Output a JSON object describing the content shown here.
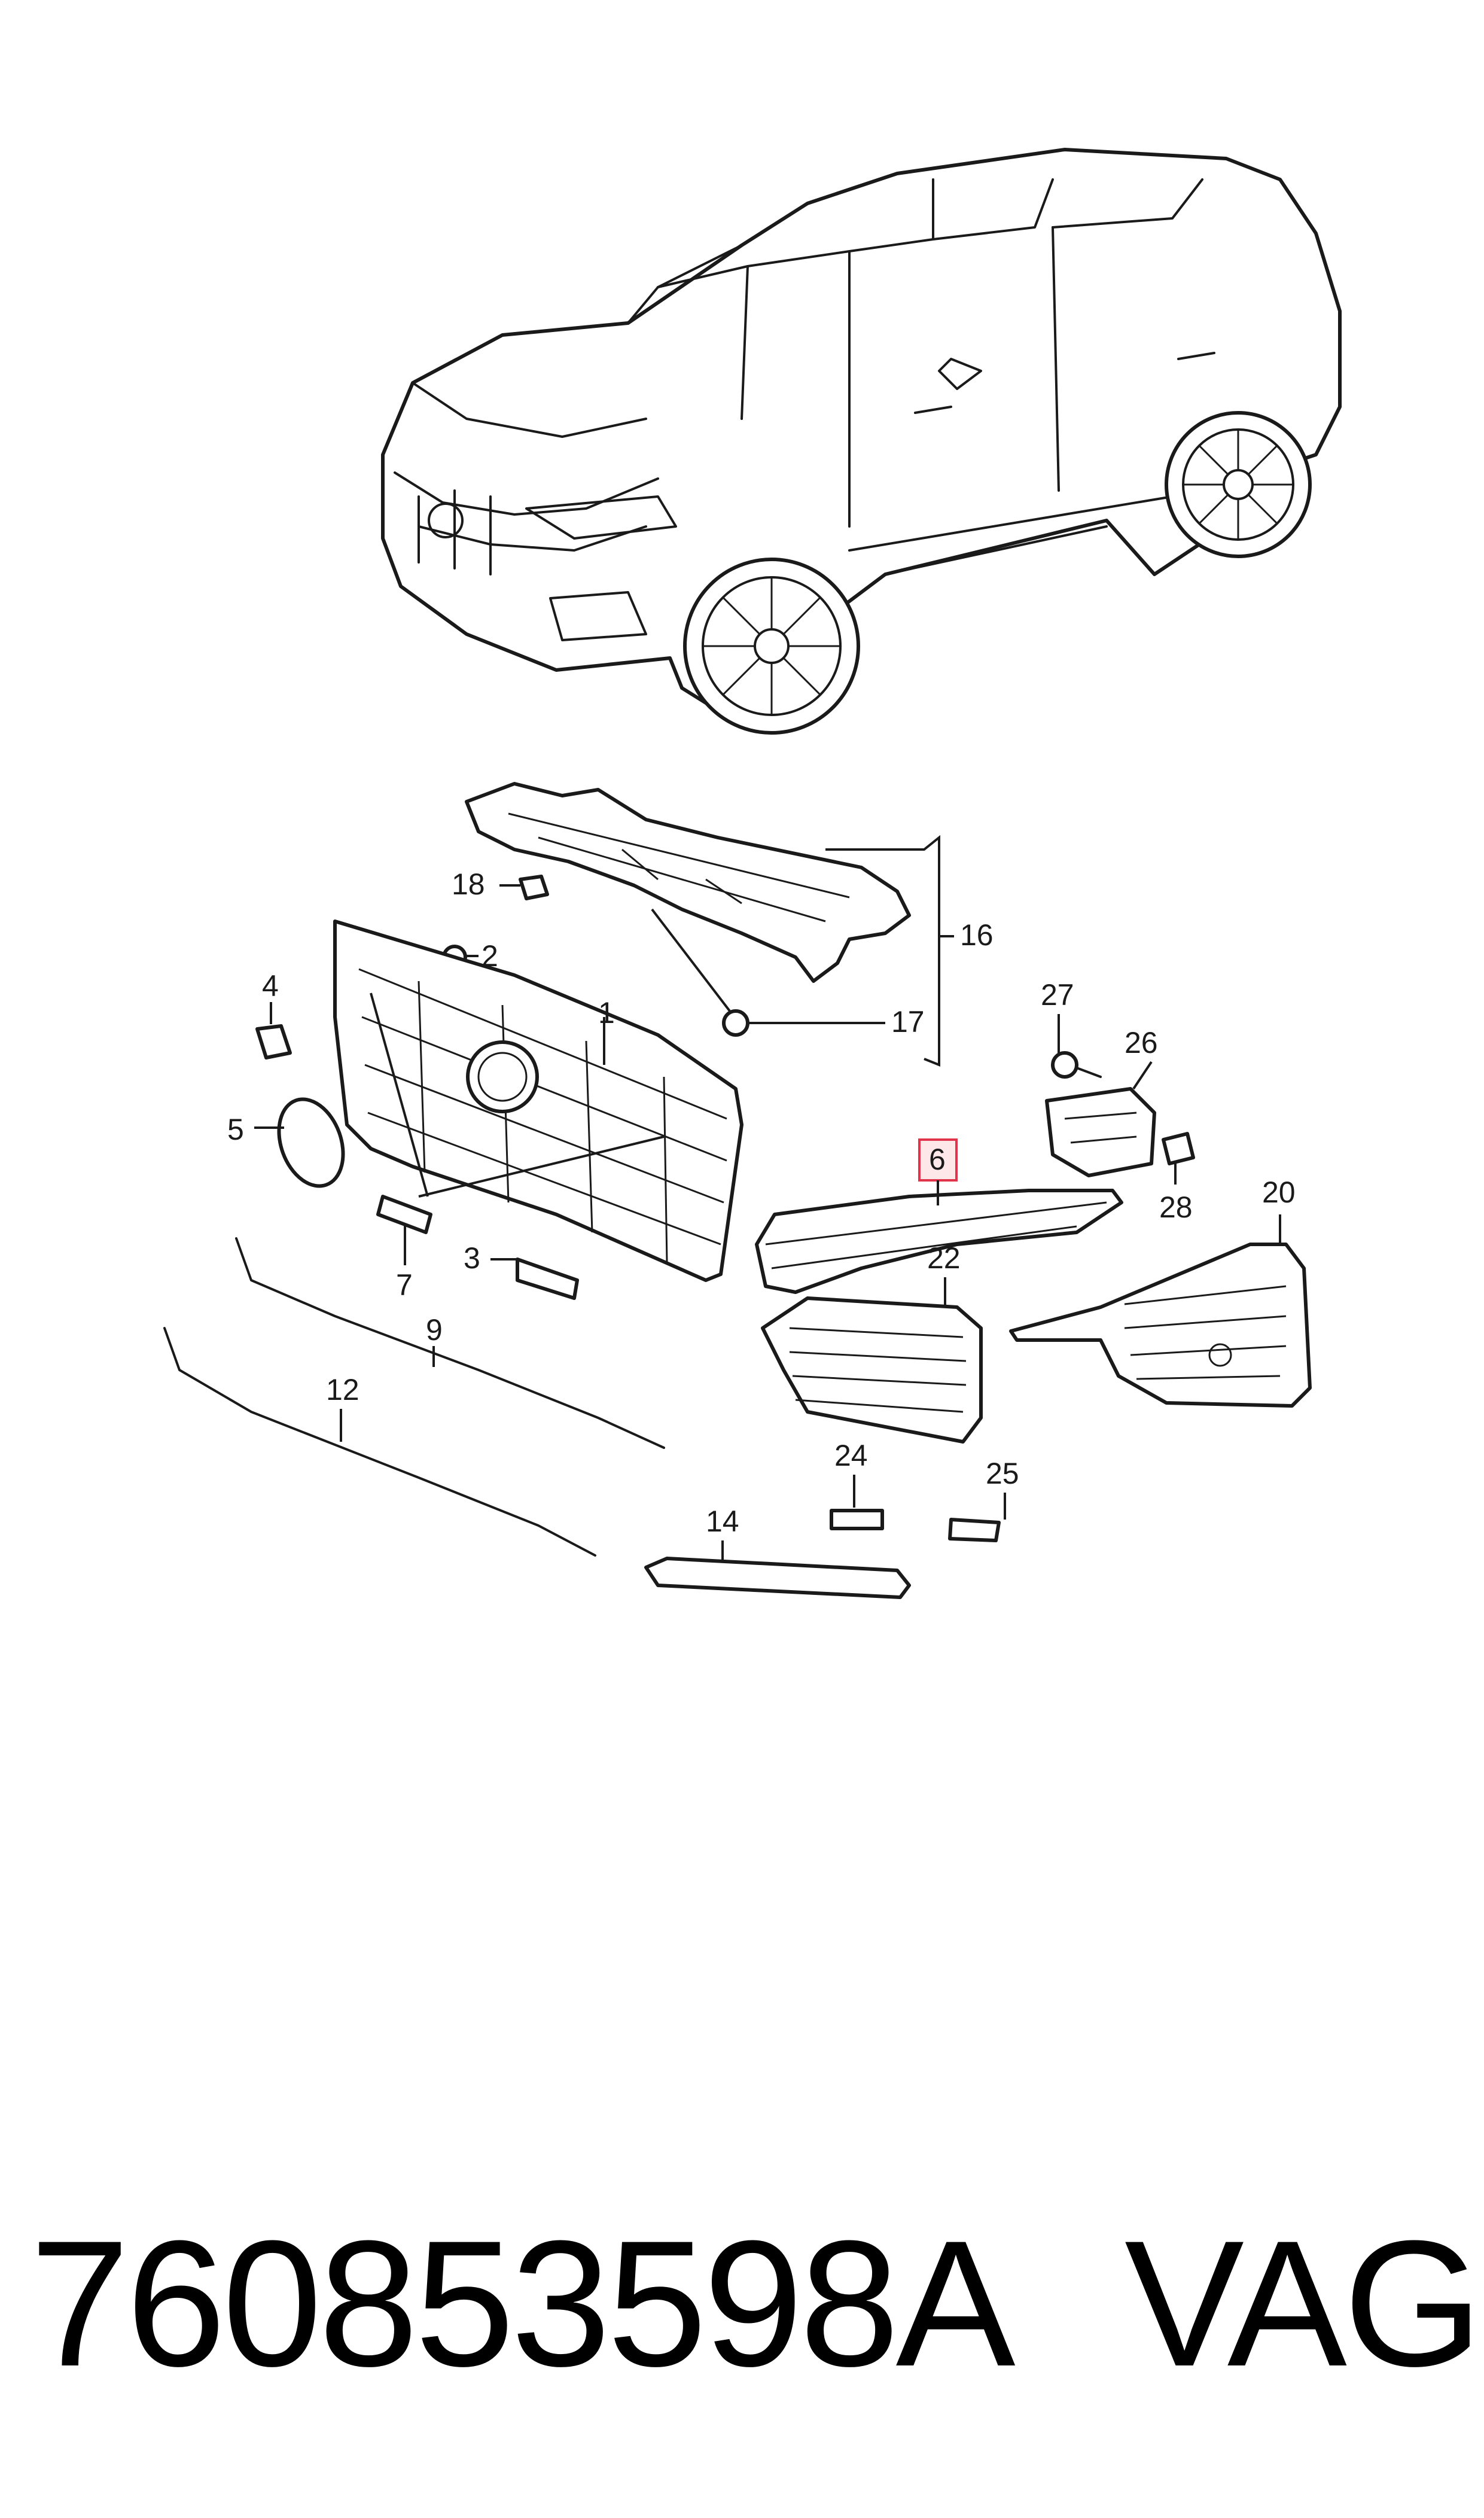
{
  "callouts": {
    "c1": "1",
    "c2": "2",
    "c3": "3",
    "c4": "4",
    "c5": "5",
    "c6": "6",
    "c7": "7",
    "c9": "9",
    "c12": "12",
    "c14": "14",
    "c16": "16",
    "c17": "17",
    "c18": "18",
    "c20": "20",
    "c22": "22",
    "c24": "24",
    "c25": "25",
    "c26": "26",
    "c27": "27",
    "c28": "28"
  },
  "highlighted_callout": "6",
  "caption": {
    "part_number": "760853598A",
    "brand": "VAG"
  },
  "colors": {
    "line": "#1a1a1a",
    "highlight_fill": "#fde7e9",
    "highlight_border": "#e0344a"
  }
}
